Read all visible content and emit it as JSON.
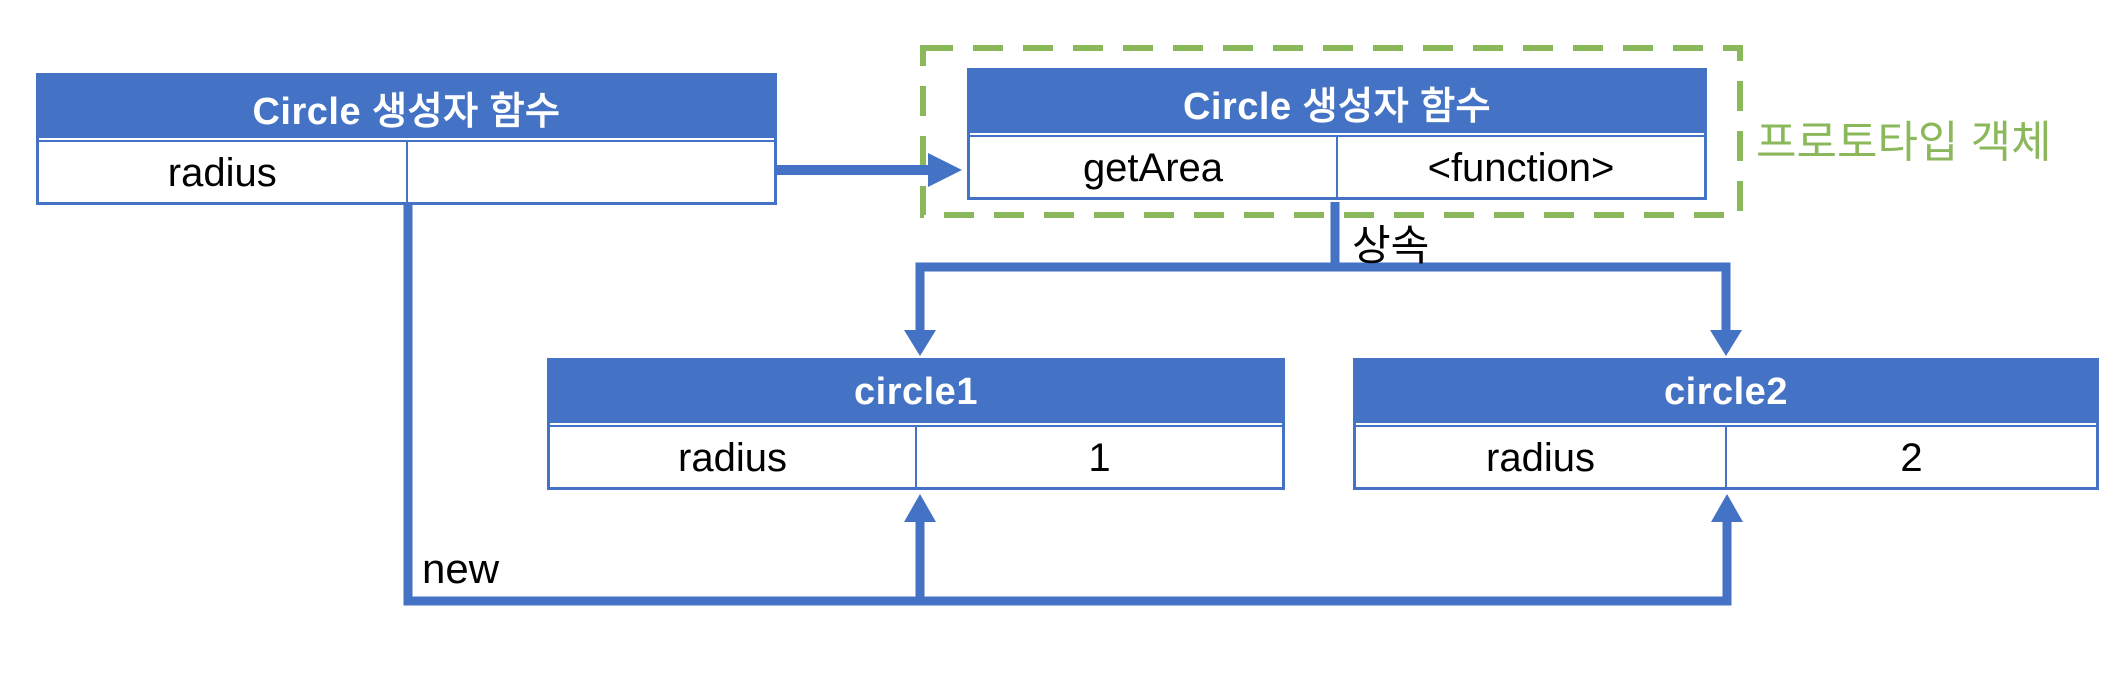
{
  "constructor_table": {
    "title": "Circle 생성자 함수",
    "rows": [
      {
        "key": "radius",
        "value": ""
      }
    ]
  },
  "prototype_table": {
    "title": "Circle 생성자 함수",
    "rows": [
      {
        "key": "getArea",
        "value": "<function>"
      }
    ]
  },
  "prototype_box_label": "프로토타입 객체",
  "circle1_table": {
    "title": "circle1",
    "rows": [
      {
        "key": "radius",
        "value": "1"
      }
    ]
  },
  "circle2_table": {
    "title": "circle2",
    "rows": [
      {
        "key": "radius",
        "value": "2"
      }
    ]
  },
  "edge_labels": {
    "inheritance": "상속",
    "new_operator": "new"
  },
  "colors": {
    "accent_blue": "#4472C4",
    "accent_green": "#8CB85C",
    "label_text": "#000000",
    "header_text": "#FFFFFF"
  }
}
